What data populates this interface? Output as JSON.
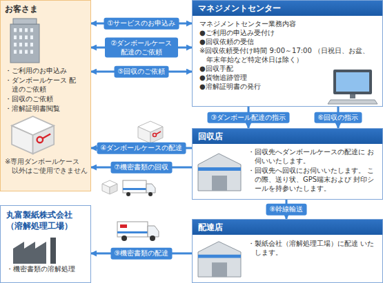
{
  "diagram": {
    "nodes": [
      {
        "text": [
          "お客さま",
          "・ご利用のお申込み",
          "・ダンボールケース 配達のご依頼",
          "・回収のご依頼",
          "・溶解証明書閲覧",
          "※専用ダンボールケース 以外はご使用できません"
        ]
      },
      {
        "text": [
          "マネジメントセンター",
          "マネジメントセンター業務内容",
          "●ご利用の申込み受付け",
          "●回収依頼の受信",
          "※回収依頼受付け時間 9:00～17:00 （日祝日、お盆、年末年始など特定休日は除く）",
          "●回収手配",
          "●貨物追跡管理",
          "●溶解証明書の発行"
        ]
      },
      {
        "text": [
          "回収店",
          "・回収先へダンボールケースの配達に お伺いいたします。",
          "・回収先へ回収にお伺いいたします。 この際、送り状、GPS端末および 封印シールを持参いたします。"
        ]
      },
      {
        "text": [
          "丸富製紙株式会社 （溶解処理工場）",
          "・機密書類の溶解処理"
        ]
      },
      {
        "text": [
          "配達店",
          "・製紙会社（溶解処理工場）に配達 いたします。"
        ]
      }
    ],
    "edges": [
      {
        "from": 0,
        "to": 1,
        "label": "①サービスのお申込み",
        "arrow": "both"
      },
      {
        "from": 0,
        "to": 1,
        "label": "②ダンボールケース 配達のご依頼",
        "arrow": "both"
      },
      {
        "from": 1,
        "to": 2,
        "label": "③ダンボール配達の指示",
        "arrow": "to"
      },
      {
        "from": 2,
        "to": 0,
        "label": "④ダンボールケースの配達",
        "arrow": "to"
      },
      {
        "from": 0,
        "to": 1,
        "label": "⑤回収のご依頼",
        "arrow": "both"
      },
      {
        "from": 1,
        "to": 2,
        "label": "⑥回収の指示",
        "arrow": "to"
      },
      {
        "from": 2,
        "to": 0,
        "label": "⑦機密書類の回収",
        "arrow": "to"
      },
      {
        "from": 2,
        "to": 4,
        "label": "⑧幹線輸送",
        "arrow": "to"
      },
      {
        "from": 4,
        "to": 3,
        "label": "⑨機密書類の配達",
        "arrow": "to"
      }
    ]
  }
}
